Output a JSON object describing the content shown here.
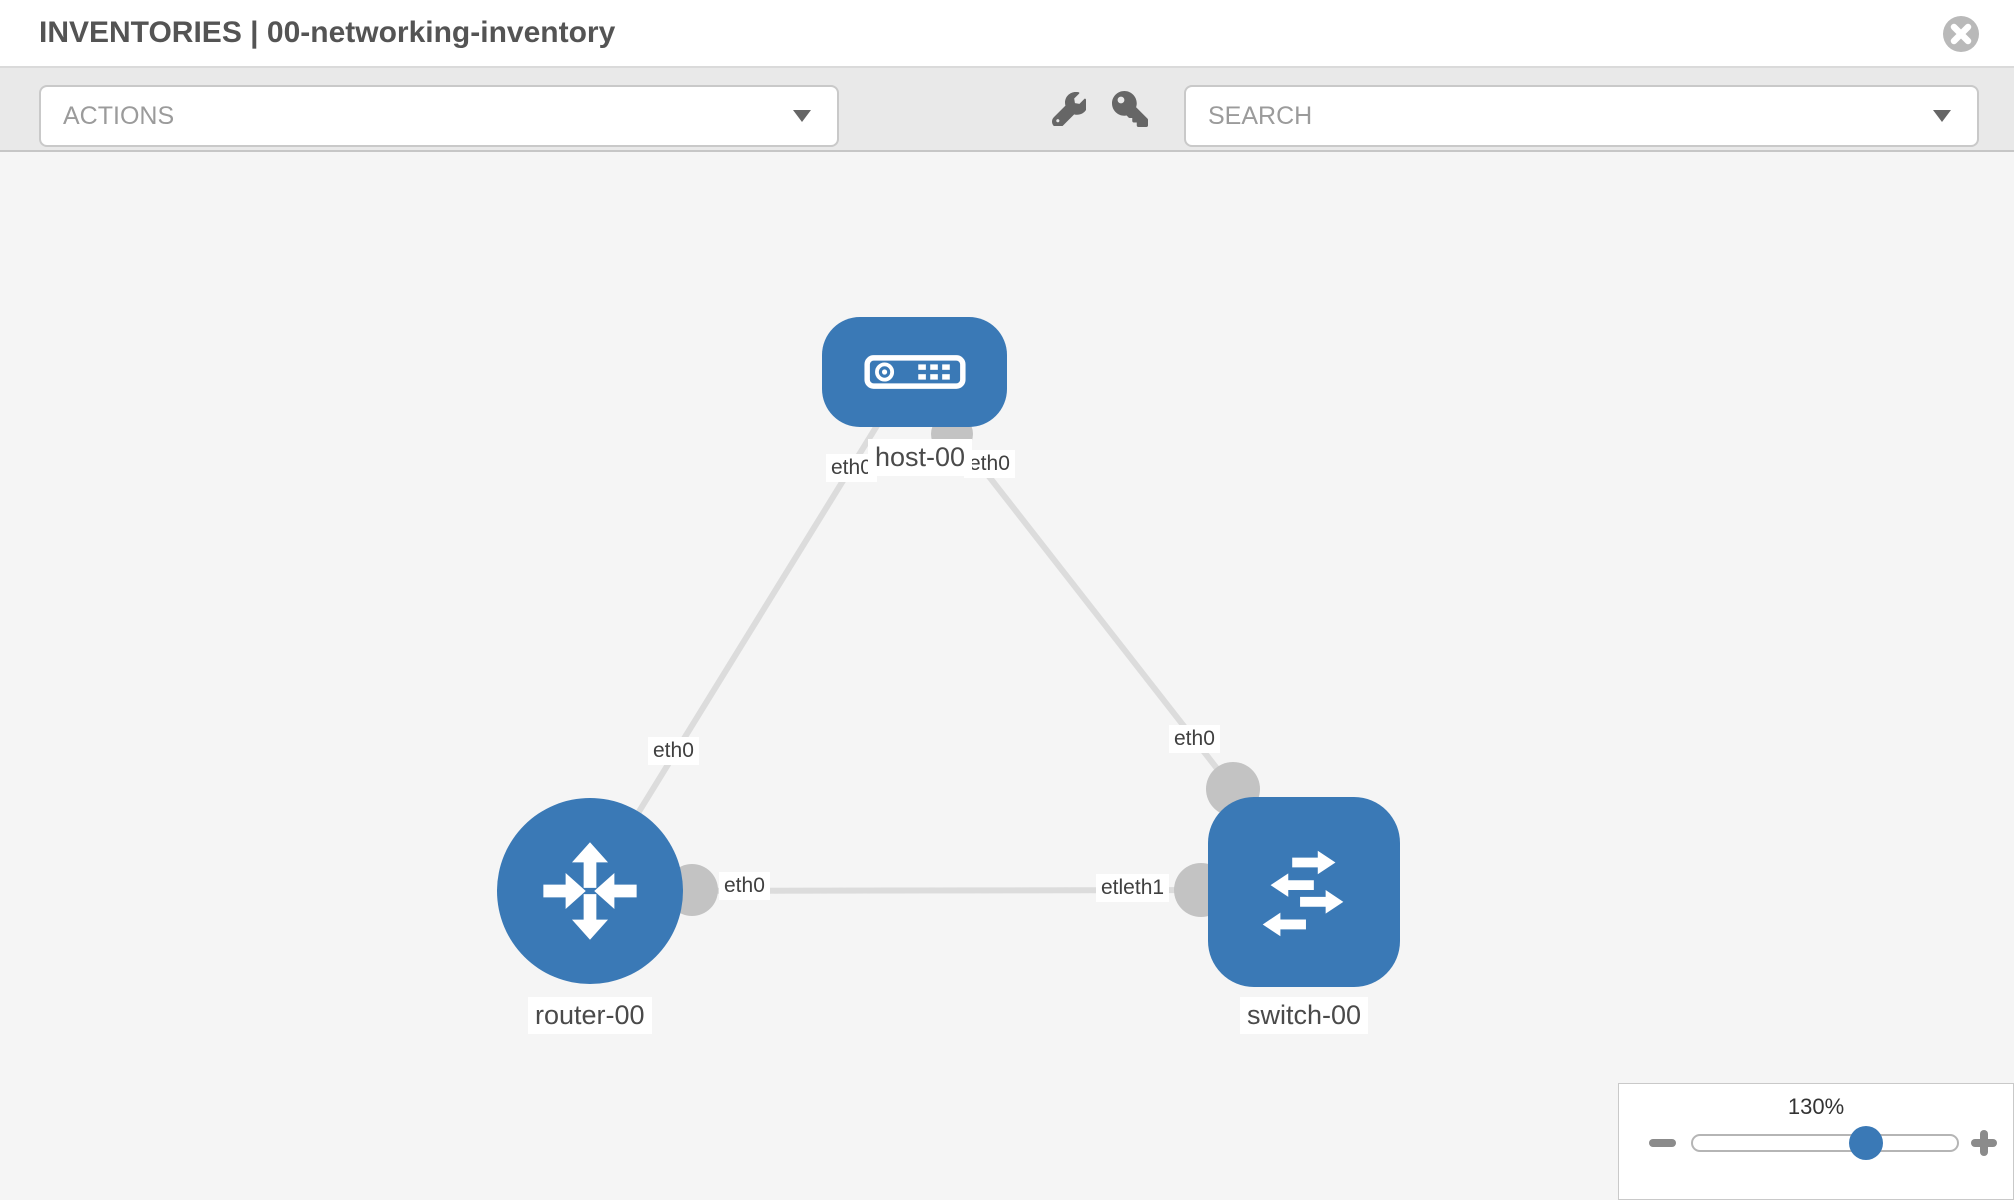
{
  "header": {
    "title": "INVENTORIES | 00-networking-inventory"
  },
  "toolbar": {
    "actions_placeholder": "ACTIONS",
    "search_placeholder": "SEARCH"
  },
  "topology": {
    "nodes": [
      {
        "id": "host-00",
        "type": "host",
        "icon": "host-icon"
      },
      {
        "id": "router-00",
        "type": "router",
        "icon": "router-icon"
      },
      {
        "id": "switch-00",
        "type": "switch",
        "icon": "switch-icon"
      }
    ],
    "node_labels": {
      "host": "host-00",
      "router": "router-00",
      "switch": "switch-00"
    },
    "interface_labels": {
      "host_on_router_link": "eth0",
      "host_on_switch_link": "eth0",
      "router_on_host_link": "eth0",
      "switch_on_host_link": "eth0",
      "router_on_switch_link": "eth0",
      "switch_on_router_link": "etleth1"
    },
    "links": [
      {
        "from": "host-00",
        "to": "router-00"
      },
      {
        "from": "host-00",
        "to": "switch-00"
      },
      {
        "from": "router-00",
        "to": "switch-00"
      }
    ]
  },
  "zoom_control": {
    "level": "130%"
  },
  "colors": {
    "node_blue": "#3a79b6",
    "connector_gray": "#c3c3c3",
    "link_gray": "#dcdcdc",
    "canvas_bg": "#f5f5f5",
    "toolbar_bg": "#e9e9e9",
    "panel_border": "#c9c9c9",
    "title_text": "#545454",
    "placeholder_text": "#9b9b9b",
    "label_text": "#404040",
    "icon_gray": "#666666",
    "close_gray": "#b9b9b9"
  }
}
